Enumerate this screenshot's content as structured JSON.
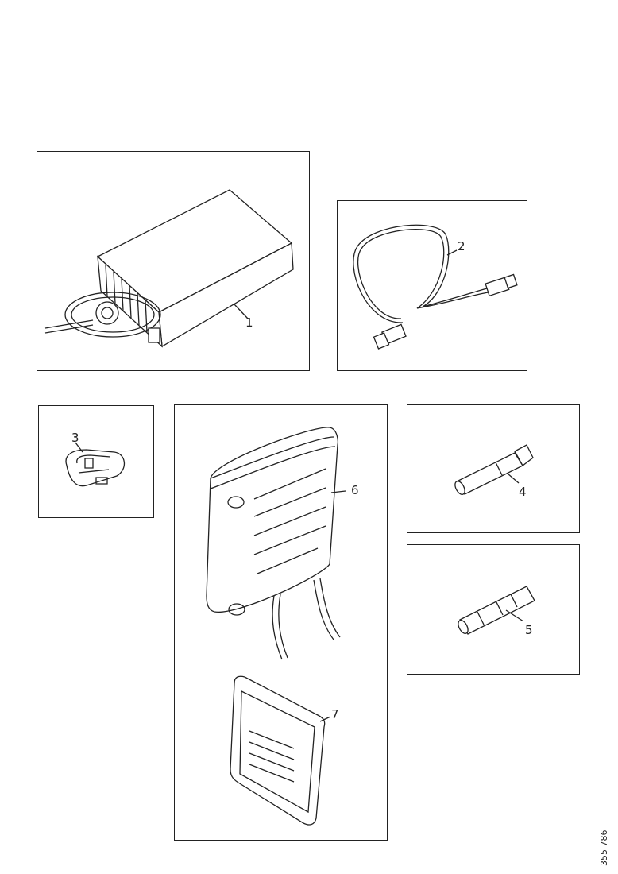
{
  "diagram": {
    "document_number": "355 786",
    "parts": [
      {
        "callout": "1"
      },
      {
        "callout": "2"
      },
      {
        "callout": "3"
      },
      {
        "callout": "4"
      },
      {
        "callout": "5"
      },
      {
        "callout": "6"
      },
      {
        "callout": "7"
      }
    ]
  }
}
